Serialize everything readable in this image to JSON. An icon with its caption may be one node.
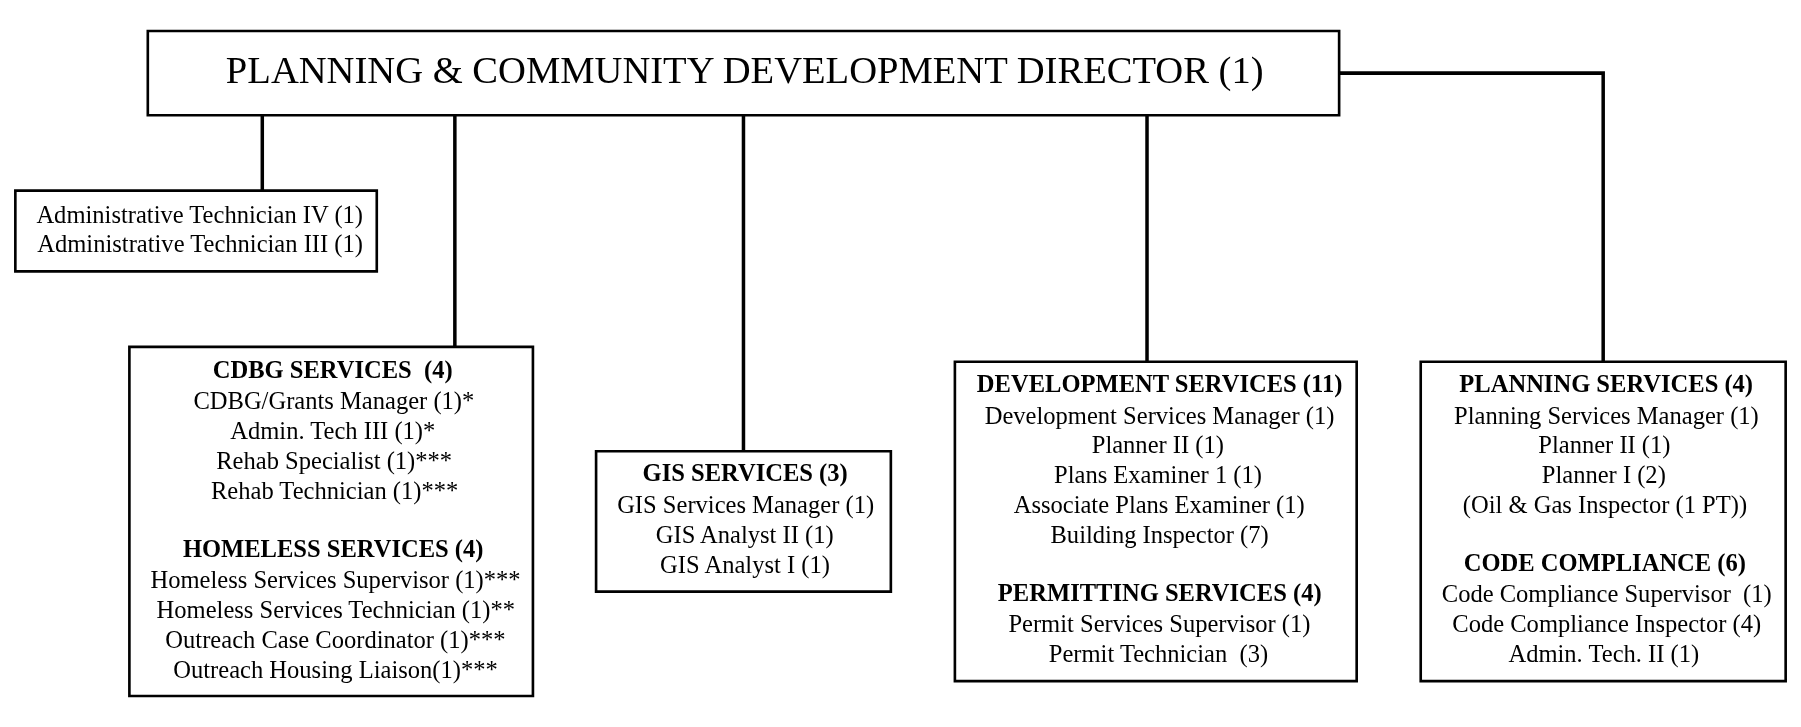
{
  "diagram": {
    "nodes": [
      {
        "text": [
          "PLANNING & COMMUNITY DEVELOPMENT DIRECTOR (1)"
        ]
      },
      {
        "text": [
          "Administrative Technician IV (1)",
          "Administrative Technician III (1)"
        ]
      },
      {
        "text": [
          "CDBG SERVICES  (4)",
          "CDBG/Grants Manager (1)*",
          "Admin. Tech III (1)*",
          "Rehab Specialist (1)***",
          "Rehab Technician (1)***",
          "HOMELESS SERVICES (4)",
          "Homeless Services Supervisor (1)***",
          "Homeless Services Technician (1)**",
          "Outreach Case Coordinator (1)***",
          "Outreach Housing Liaison(1)***"
        ]
      },
      {
        "text": [
          "GIS SERVICES (3)",
          "GIS Services Manager (1)",
          "GIS Analyst II (1)",
          "GIS Analyst I (1)"
        ]
      },
      {
        "text": [
          "DEVELOPMENT SERVICES (11)",
          "Development Services Manager (1)",
          "Planner II (1)",
          "Plans Examiner 1 (1)",
          "Associate Plans Examiner (1)",
          "Building Inspector (7)",
          "PERMITTING SERVICES (4)",
          "Permit Services Supervisor (1)",
          "Permit Technician  (3)"
        ]
      },
      {
        "text": [
          "PLANNING SERVICES (4)",
          "Planning Services Manager (1)",
          "Planner II (1)",
          "Planner I (2)",
          "(Oil & Gas Inspector (1 PT))",
          "CODE COMPLIANCE (6)",
          "Code Compliance Supervisor  (1)",
          "Code Compliance Inspector (4)",
          "Admin. Tech. II (1)"
        ]
      }
    ],
    "edges": [
      {
        "from": 0,
        "to": 1,
        "arrow": "none"
      },
      {
        "from": 0,
        "to": 2,
        "arrow": "none"
      },
      {
        "from": 0,
        "to": 3,
        "arrow": "none"
      },
      {
        "from": 0,
        "to": 4,
        "arrow": "none"
      },
      {
        "from": 0,
        "to": 5,
        "arrow": "none"
      }
    ]
  }
}
